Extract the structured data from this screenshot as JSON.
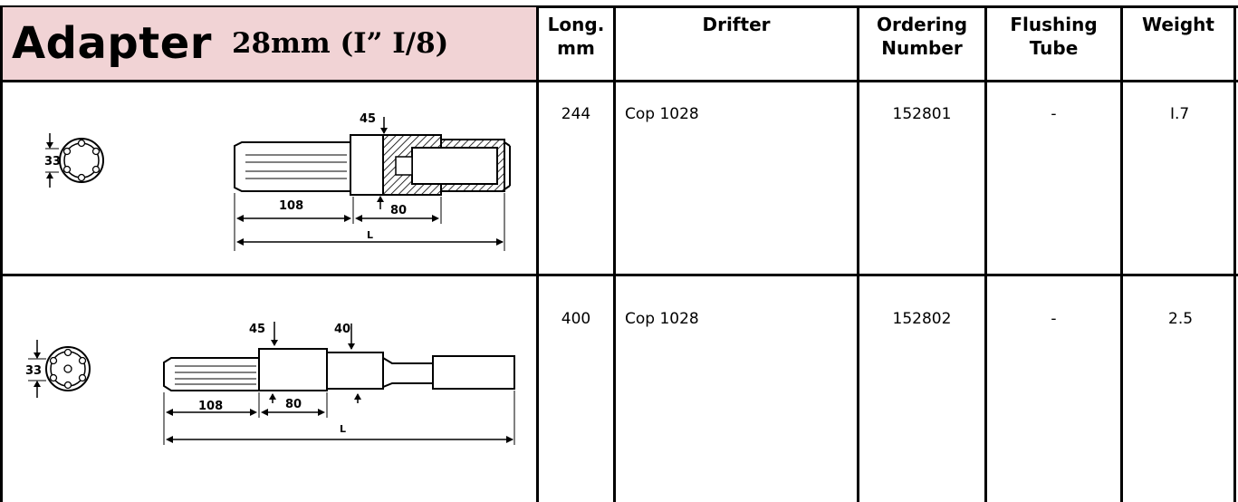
{
  "title": {
    "main": "Adapter",
    "sub": "28mm (I” I/8)"
  },
  "colors": {
    "title_bg": "#f1d3d5",
    "line": "#000000"
  },
  "headers": {
    "long": [
      "Long.",
      "mm"
    ],
    "drifter": [
      "Drifter"
    ],
    "ordering": [
      "Ordering",
      "Number"
    ],
    "flushing": [
      "Flushing",
      "Tube"
    ],
    "weight": [
      "Weight"
    ]
  },
  "rows": [
    {
      "long": "244",
      "drifter": "Cop 1028",
      "ordering": "152801",
      "flushing": "-",
      "weight": "I.7",
      "drawing": {
        "end_dim": "33",
        "dims": [
          "45",
          "108",
          "80",
          "L"
        ]
      }
    },
    {
      "long": "400",
      "drifter": "Cop 1028",
      "ordering": "152802",
      "flushing": "-",
      "weight": "2.5",
      "drawing": {
        "end_dim": "33",
        "dims": [
          "45",
          "40",
          "108",
          "80",
          "L"
        ]
      }
    }
  ]
}
